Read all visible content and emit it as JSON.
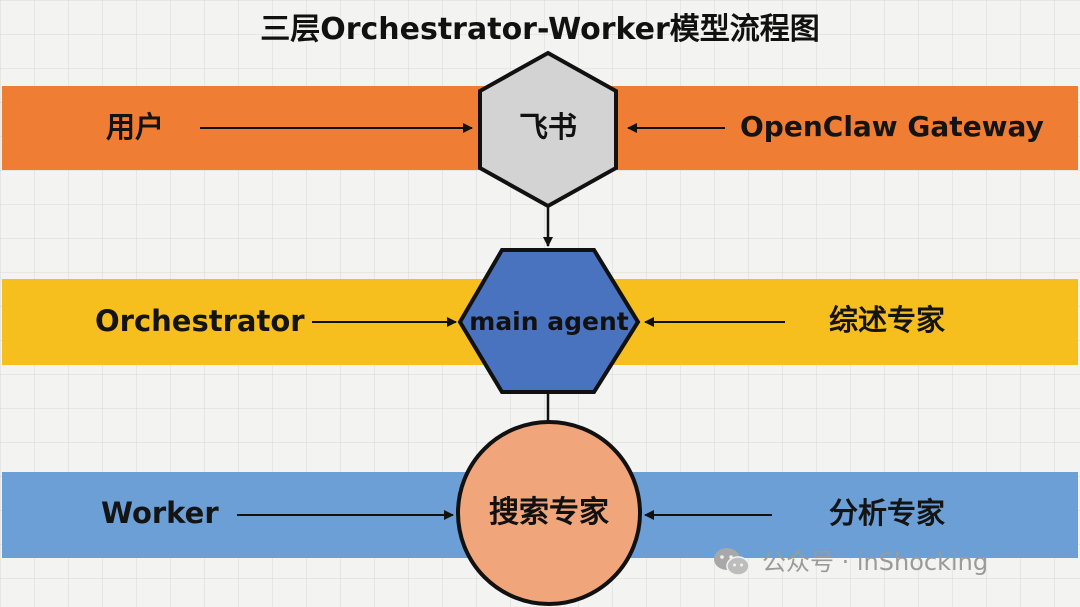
{
  "title": "三层Orchestrator-Worker模型流程图",
  "colors": {
    "band_top": "#ef7d33",
    "band_middle": "#f6bf1e",
    "band_bottom": "#6b9fd6",
    "node_feishu": "#d3d3d3",
    "node_main_agent": "#4a73bf",
    "node_search": "#f0a57a",
    "outline": "#111111"
  },
  "rows": [
    {
      "left_label": "用户",
      "center_node": "飞书",
      "center_shape": "hexagon",
      "right_label": "OpenClaw Gateway"
    },
    {
      "left_label": "Orchestrator",
      "center_node": "main agent",
      "center_shape": "hexagon",
      "right_label": "综述专家"
    },
    {
      "left_label": "Worker",
      "center_node": "搜索专家",
      "center_shape": "circle",
      "right_label": "分析专家"
    }
  ],
  "watermark": {
    "text": "公众号 · inShocking",
    "icon": "wechat-icon"
  }
}
